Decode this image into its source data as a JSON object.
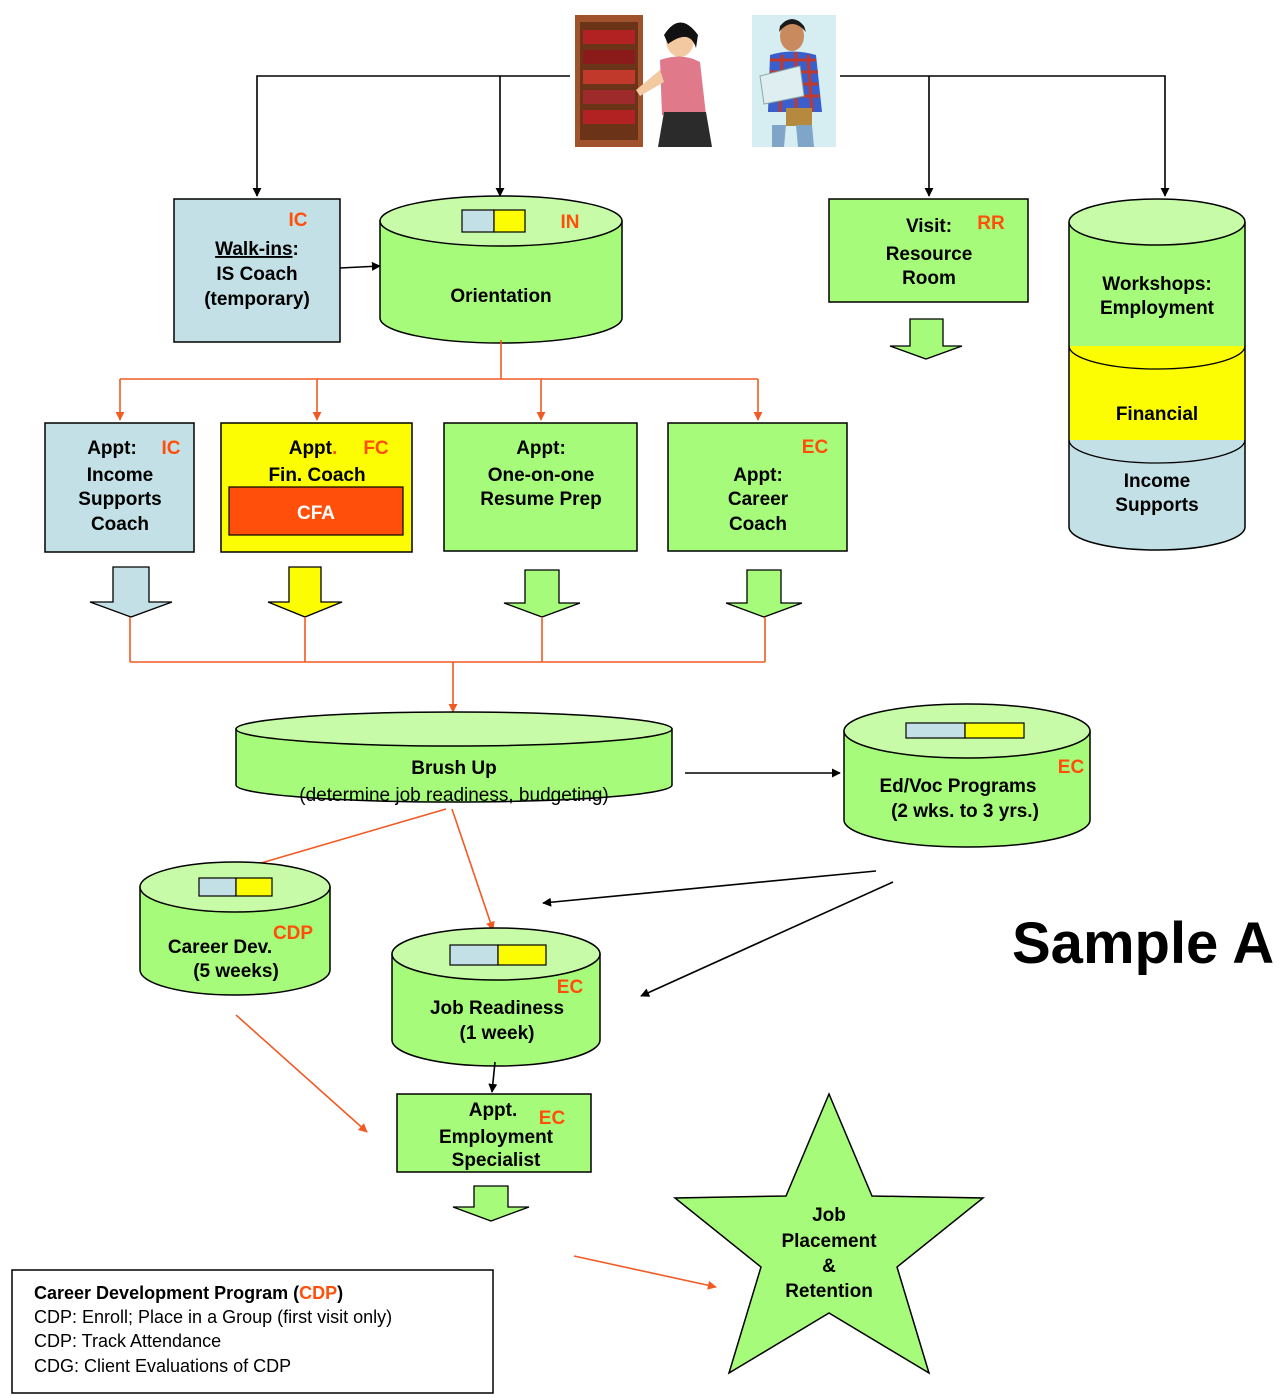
{
  "title": "Sample A",
  "colors": {
    "green": "#a6fb7a",
    "light_green": "#c8fba8",
    "blue": "#c2e0e6",
    "yellow": "#fcfc03",
    "orange": "#ff4f0a",
    "orange_line": "#f15a22",
    "black": "#000000"
  },
  "images": [
    "woman-at-bookshelf-icon",
    "man-reading-document-icon"
  ],
  "nodes": {
    "walkins": {
      "code": "IC",
      "line1": "Walk-ins",
      "line1_suffix": ":",
      "line2": "IS Coach",
      "line3": "(temporary)"
    },
    "orientation": {
      "code": "IN",
      "label": "Orientation"
    },
    "resource_room": {
      "code": "RR",
      "line1": "Visit:",
      "line2": "Resource",
      "line3": "Room"
    },
    "workshops": {
      "line1": "Workshops:",
      "line2": "Employment",
      "financial": "Financial",
      "income1": "Income",
      "income2": "Supports"
    },
    "appt_ic": {
      "title": "Appt:",
      "code": "IC",
      "line2": "Income",
      "line3": "Supports",
      "line4": "Coach"
    },
    "appt_fc": {
      "title": "Appt",
      "dot": ".",
      "code": "FC",
      "line2": "Fin. Coach",
      "bar": "CFA"
    },
    "appt_resume": {
      "line1": "Appt:",
      "line2": "One-on-one",
      "line3": "Resume Prep"
    },
    "appt_ec": {
      "code": "EC",
      "line1": "Appt:",
      "line2": "Career",
      "line3": "Coach"
    },
    "brush_up": {
      "label": "Brush Up",
      "sub": "(determine job readiness, budgeting)"
    },
    "edvoc": {
      "code": "EC",
      "line1": "Ed/Voc Programs",
      "line2": "(2 wks. to 3 yrs.)"
    },
    "career_dev": {
      "code": "CDP",
      "line1": "Career Dev.",
      "line2": "(5 weeks)"
    },
    "job_readiness": {
      "code": "EC",
      "line1": "Job Readiness",
      "line2": "(1 week)"
    },
    "employment": {
      "line1": "Appt.",
      "code": "EC",
      "line2": "Employment",
      "line3": "Specialist"
    },
    "job_placement": {
      "line1": "Job",
      "line2": "Placement",
      "line3": "&",
      "line4": "Retention"
    }
  },
  "legend": {
    "heading": "Career Development Program (",
    "heading_code": "CDP",
    "heading_end": ")",
    "items": [
      "CDP: Enroll; Place in a Group (first visit only)",
      "CDP: Track Attendance",
      "CDG: Client Evaluations of CDP"
    ]
  }
}
